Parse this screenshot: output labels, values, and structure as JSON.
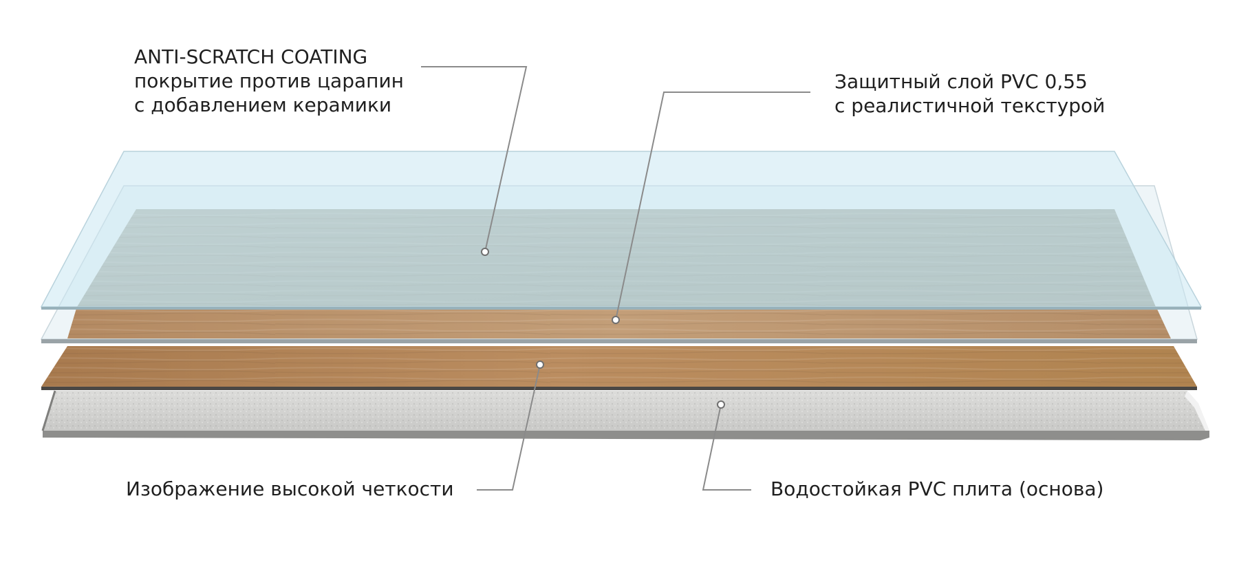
{
  "labels": {
    "anti_scratch": {
      "line1": "ANTI-SCRATCH COATING",
      "line2": "покрытие против царапин",
      "line3": "с добавлением керамики"
    },
    "pvc_wear_layer": {
      "line1": "Защитный слой PVC 0,55",
      "line2": "с реалистичной текстурой"
    },
    "hd_print": {
      "line1": "Изображение высокой четкости"
    },
    "pvc_core": {
      "line1": "Водостойкая PVC плита (основа)"
    }
  },
  "colors": {
    "coating": "#dff0f6",
    "wear_layer": "#eef5f8",
    "grey_wood": "#a9aca1",
    "oak_upper": "#b8926c",
    "oak_lower": "#b6875a",
    "core": "#d3d3d1",
    "leader_line": "#8a8a8a",
    "text": "#1f1f1f"
  }
}
